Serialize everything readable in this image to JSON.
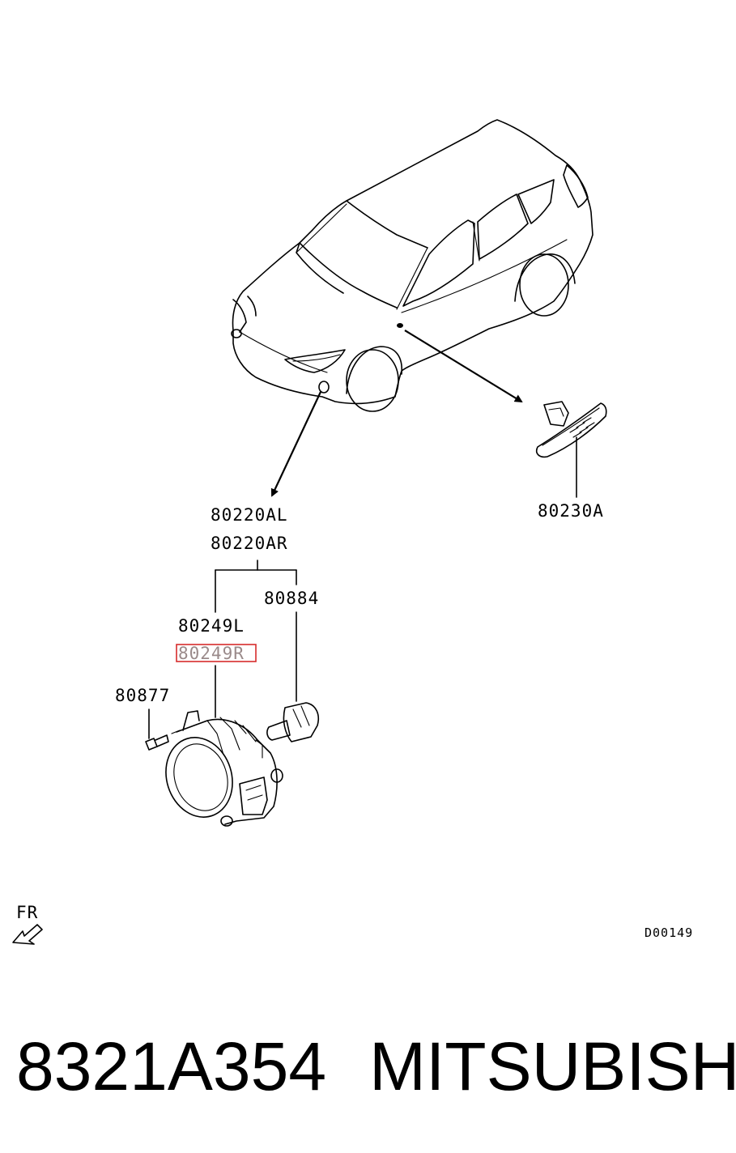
{
  "callouts": {
    "lamp_assy_left": "80220AL",
    "lamp_assy_right": "80220AR",
    "side_lamp": "80230A",
    "bulb": "80884",
    "housing_left": "80249L",
    "housing_right": "80249R",
    "screw": "80877"
  },
  "highlighted_callout": "80249R",
  "highlight_color": "#d62c2c",
  "direction_label": "FR",
  "diagram_code": "D00149",
  "caption": {
    "part_number": "8321A354",
    "brand": "MITSUBISHI"
  }
}
